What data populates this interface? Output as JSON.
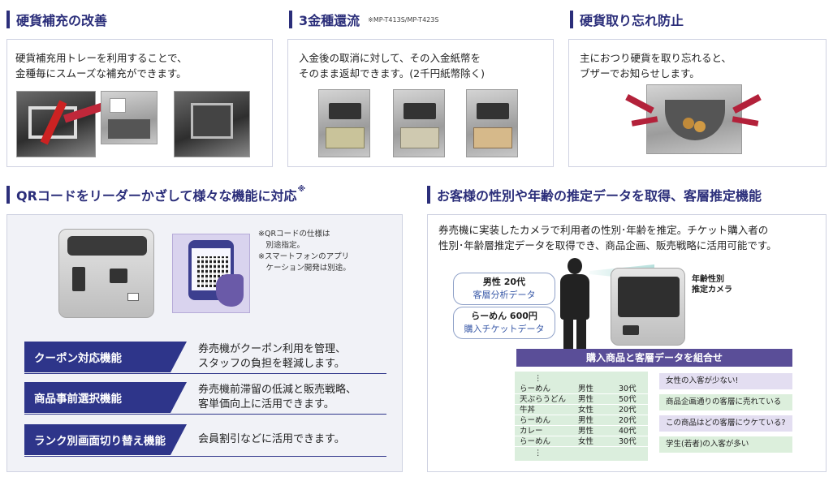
{
  "sections": {
    "coin_refill": {
      "title": "硬貨補充の改善",
      "desc": [
        "硬貨補充用トレーを利用することで、",
        "金種毎にスムーズな補充ができます。"
      ]
    },
    "three_kind_return": {
      "title": "3金種還流",
      "note": "※MP-T413S/MP-T423S",
      "desc": [
        "入金後の取消に対して、その入金紙幣を",
        "そのまま返却できます。(2千円紙幣除く)"
      ]
    },
    "coin_forget": {
      "title": "硬貨取り忘れ防止",
      "desc": [
        "主におつり硬貨を取り忘れると、",
        "ブザーでお知らせします。"
      ]
    },
    "qr": {
      "title": "QRコードをリーダーかざして様々な機能に対応",
      "title_mark": "※",
      "notes": [
        "※QRコードの仕様は",
        "　別途指定。",
        "※スマートフォンのアプリ",
        "　ケーション開発は別途。"
      ],
      "features": [
        {
          "label": "クーポン対応機能",
          "desc": [
            "券売機がクーポン利用を管理、",
            "スタッフの負担を軽減します。"
          ]
        },
        {
          "label": "商品事前選択機能",
          "desc": [
            "券売機前滞留の低減と販売戦略、",
            "客単価向上に活用できます。"
          ]
        },
        {
          "label": "ランク別画面切り替え機能",
          "desc": [
            "会員割引などに活用できます。",
            ""
          ]
        }
      ]
    },
    "estimation": {
      "title": "お客様の性別や年齢の推定データを取得、客層推定機能",
      "desc": [
        "券売機に実装したカメラで利用者の性別･年齢を推定。チケット購入者の",
        "性別･年齢層推定データを取得でき、商品企画、販売戦略に活用可能です。"
      ],
      "tag1": {
        "main": "男性 20代",
        "sub": "客層分析データ"
      },
      "tag2": {
        "main": "らーめん 600円",
        "sub": "購入チケットデータ"
      },
      "camera_label": [
        "年齢性別",
        "推定カメラ"
      ],
      "combine": "購入商品と客層データを組合せ",
      "table": {
        "rows": [
          [
            "⋮",
            "",
            ""
          ],
          [
            "らーめん",
            "男性",
            "30代"
          ],
          [
            "天ぷらうどん",
            "男性",
            "50代"
          ],
          [
            "牛丼",
            "女性",
            "20代"
          ],
          [
            "らーめん",
            "男性",
            "20代"
          ],
          [
            "カレー",
            "男性",
            "40代"
          ],
          [
            "らーめん",
            "女性",
            "30代"
          ],
          [
            "⋮",
            "",
            ""
          ]
        ]
      },
      "insights": [
        "女性の入客が少ない!",
        "商品企画通りの客層に売れている",
        "この商品はどの客層にウケている?",
        "学生(若者)の入客が多い"
      ]
    }
  },
  "colors": {
    "accent": "#2b2e7a",
    "feature_bg": "#2e358a",
    "combine_bg": "#5a4e98",
    "insight_purple": "#e3def1",
    "insight_green": "#dcefdc",
    "table_bg": "#dbeedd"
  }
}
